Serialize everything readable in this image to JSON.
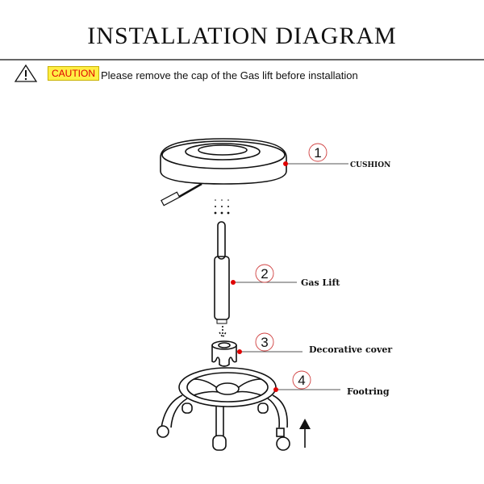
{
  "title": "INSTALLATION DIAGRAM",
  "caution": {
    "badge": "CAUTION",
    "message": "Please remove the cap of the Gas lift before installation",
    "icon": "warning-triangle-icon"
  },
  "parts": [
    {
      "number": "1",
      "label": "CUSHION"
    },
    {
      "number": "2",
      "label": "Gas Lift"
    },
    {
      "number": "3",
      "label": "Decorative cover"
    },
    {
      "number": "4",
      "label": "Footring"
    }
  ],
  "colors": {
    "callout_dot": "#e00000",
    "callout_circle": "#d04040",
    "caution_bg": "#ffee44"
  }
}
